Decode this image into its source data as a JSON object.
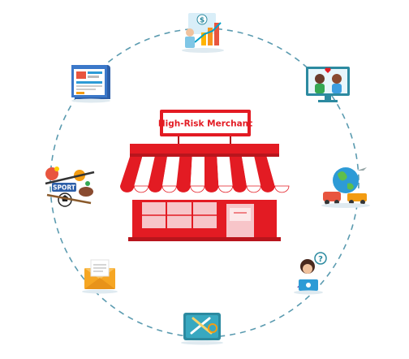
{
  "sign": {
    "text": "High-Risk Merchant"
  },
  "badges": {
    "sport": "SPORT",
    "dollar": "$",
    "question": "?"
  },
  "icons": [
    {
      "id": "finance",
      "name": "investment-growth-icon"
    },
    {
      "id": "dating",
      "name": "online-dating-icon"
    },
    {
      "id": "travel",
      "name": "travel-icon"
    },
    {
      "id": "support",
      "name": "customer-support-icon"
    },
    {
      "id": "tools",
      "name": "repair-tools-icon"
    },
    {
      "id": "mail",
      "name": "mail-envelope-icon"
    },
    {
      "id": "sport",
      "name": "sports-betting-icon"
    },
    {
      "id": "web",
      "name": "web-browser-icon"
    }
  ],
  "colors": {
    "brand_red": "#e31b23",
    "dashed_circle": "#5b9bb0",
    "awning_white": "#ffffff",
    "store_pink": "#f7c5c9",
    "teal": "#2c8aa0"
  }
}
